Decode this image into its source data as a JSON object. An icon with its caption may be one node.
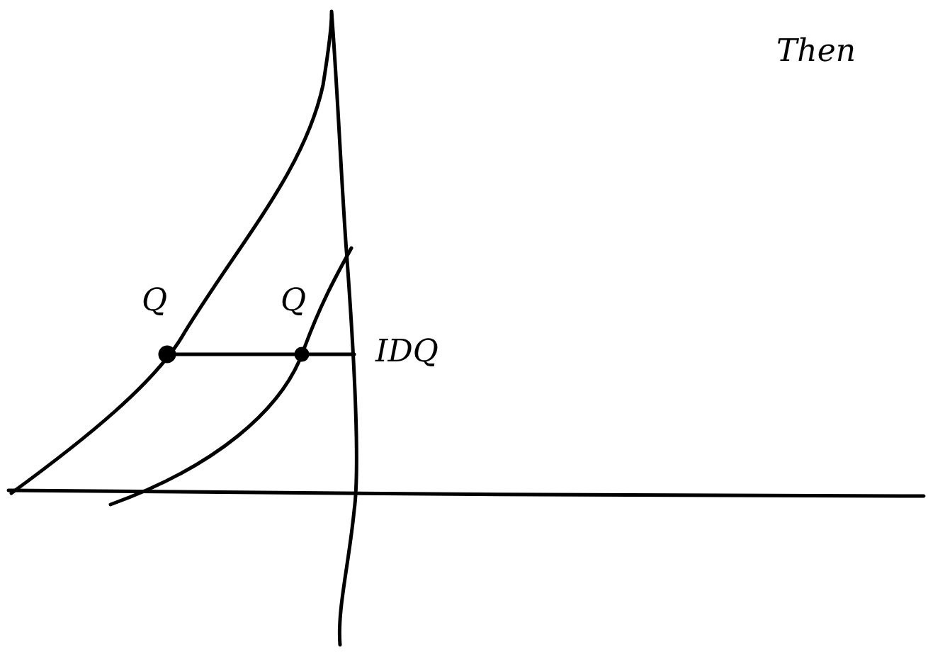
{
  "diagram": {
    "labels": [
      "Then",
      "Q",
      "Q",
      "IDQ"
    ]
  }
}
